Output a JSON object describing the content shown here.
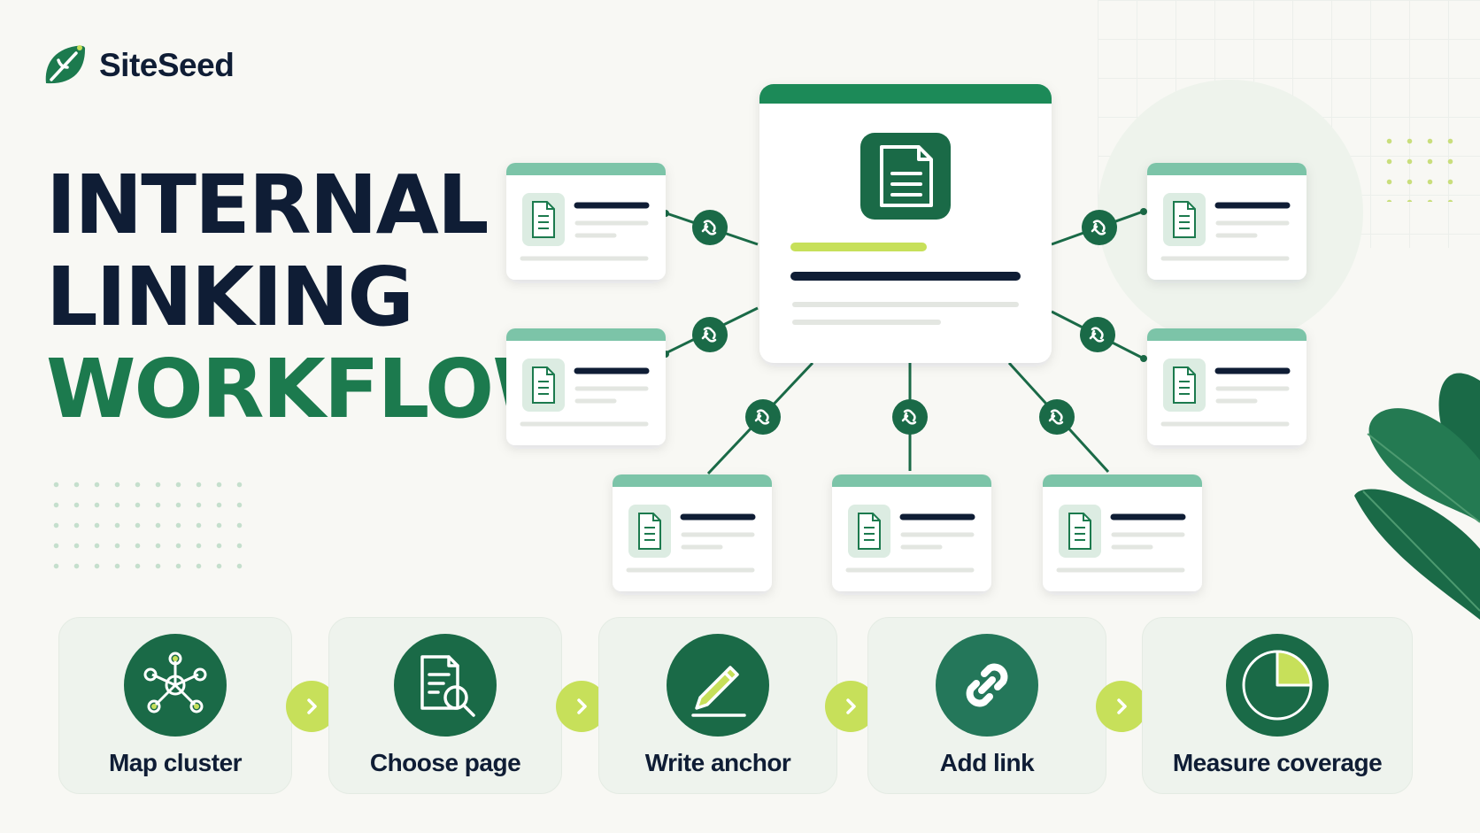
{
  "brand": {
    "name": "SiteSeed",
    "logo_icon": "leaf-icon"
  },
  "title": {
    "line1": "INTERNAL",
    "line2": "LINKING",
    "line3": "WORKFLOW"
  },
  "colors": {
    "dark_green": "#1a6a47",
    "green": "#1c7a4e",
    "teal_bar": "#7cc4a8",
    "lime": "#c7e05a",
    "navy": "#0f1d35",
    "background": "#f8f8f4"
  },
  "steps": [
    {
      "label": "Map cluster",
      "icon": "network-icon"
    },
    {
      "label": "Choose page",
      "icon": "document-search-icon"
    },
    {
      "label": "Write anchor",
      "icon": "pencil-icon"
    },
    {
      "label": "Add link",
      "icon": "link-icon"
    },
    {
      "label": "Measure coverage",
      "icon": "pie-chart-icon"
    }
  ],
  "diagram": {
    "hub_icon": "document-icon",
    "spoke_icon": "document-icon",
    "connector_icon": "link-icon",
    "spoke_count": 7
  }
}
